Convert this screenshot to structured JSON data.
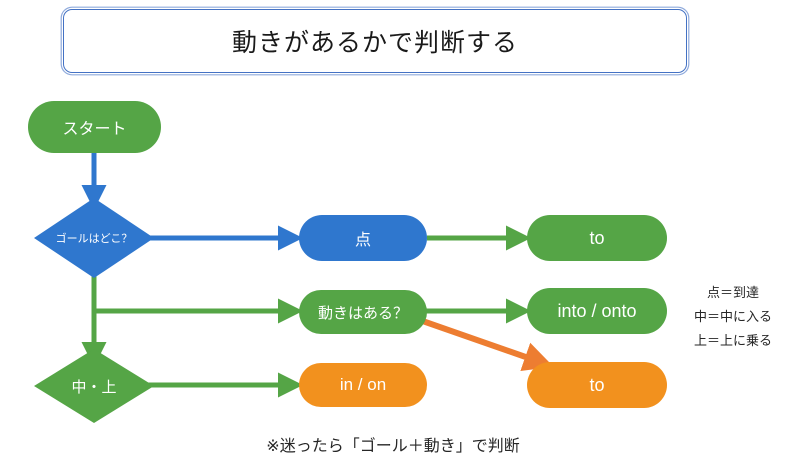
{
  "title": {
    "text": "動きがあるかで判断する",
    "border_color": "#4472c4"
  },
  "palette": {
    "green": "#55a546",
    "green_dark": "#4a9a3c",
    "blue": "#2f77ce",
    "blue_dark": "#2a6cbb",
    "orange": "#f2911e",
    "text_dark": "#262626"
  },
  "nodes": {
    "start": {
      "label": "スタート",
      "shape": "pill",
      "color": "#55a546"
    },
    "goal_decision": {
      "label": "ゴールはどこ？",
      "shape": "diamond",
      "color": "#2f77ce"
    },
    "point": {
      "label": "点",
      "shape": "pill",
      "color": "#2f77ce"
    },
    "to_green": {
      "label": "to",
      "shape": "pill",
      "color": "#55a546"
    },
    "motion_decision": {
      "label": "動きはある？",
      "shape": "pill",
      "color": "#55a546"
    },
    "into_onto": {
      "label": "into / onto",
      "shape": "pill",
      "color": "#55a546"
    },
    "naka_ue": {
      "label": "中・上",
      "shape": "diamond",
      "color": "#55a546"
    },
    "in_on": {
      "label": "in / on",
      "shape": "pill",
      "color": "#f2911e"
    },
    "to_orange": {
      "label": "to",
      "shape": "pill",
      "color": "#f2911e"
    }
  },
  "connectors": [
    {
      "name": "start-to-goal",
      "color": "#2f77ce"
    },
    {
      "name": "goal-to-point",
      "color": "#2f77ce"
    },
    {
      "name": "point-to-to",
      "color": "#55a546"
    },
    {
      "name": "goal-down-trunk",
      "color": "#55a546"
    },
    {
      "name": "trunk-to-motion",
      "color": "#55a546"
    },
    {
      "name": "trunk-to-nakaue",
      "color": "#55a546"
    },
    {
      "name": "motion-to-intoonto",
      "color": "#55a546"
    },
    {
      "name": "motion-to-toorange",
      "color": "#ed7d31"
    },
    {
      "name": "nakaue-to-inon",
      "color": "#55a546"
    }
  ],
  "legend": {
    "lines": [
      "点＝到達",
      "中＝中に入る",
      "上＝上に乗る"
    ]
  },
  "footnote": {
    "text": "※迷ったら「ゴール＋動き」で判断"
  }
}
